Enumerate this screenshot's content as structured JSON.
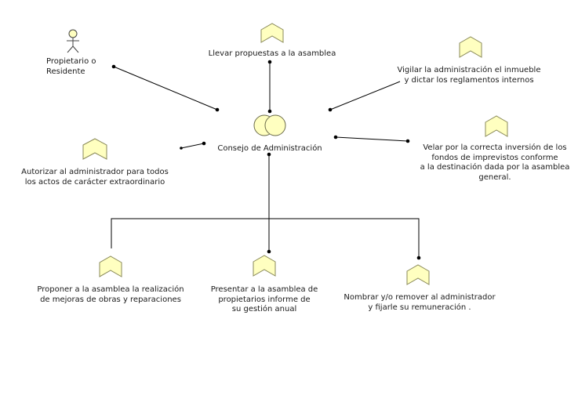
{
  "diagram": {
    "actor": {
      "label": "Propietario o\nResidente",
      "icon": "stick-figure-actor-icon"
    },
    "central": {
      "label": "Consejo de Administración",
      "icon": "collaboration-circles-icon"
    },
    "functions": [
      {
        "label": "Llevar propuestas a la asamblea",
        "icon": "function-chevron-icon"
      },
      {
        "label": "Vigilar la administración el inmueble\ny dictar los reglamentos internos",
        "icon": "function-chevron-icon"
      },
      {
        "label": "Velar por la correcta inversión de los\nfondos de imprevistos conforme\na la destinación dada por la asamblea\ngeneral.",
        "icon": "function-chevron-icon"
      },
      {
        "label": "Autorizar al administrador para todos\nlos actos de carácter extraordinario",
        "icon": "function-chevron-icon"
      },
      {
        "label": "Proponer a la asamblea la realización\nde mejoras de obras y reparaciones",
        "icon": "function-chevron-icon"
      },
      {
        "label": "Presentar a la asamblea de\npropietarios informe de\nsu gestión anual",
        "icon": "function-chevron-icon"
      },
      {
        "label": "Nombrar y/o remover al administrador\ny fijarle su remuneración .",
        "icon": "function-chevron-icon"
      }
    ],
    "colors": {
      "shape_fill": "#ffffc0",
      "shape_stroke": "#8a8a5a",
      "line": "#000000"
    }
  }
}
